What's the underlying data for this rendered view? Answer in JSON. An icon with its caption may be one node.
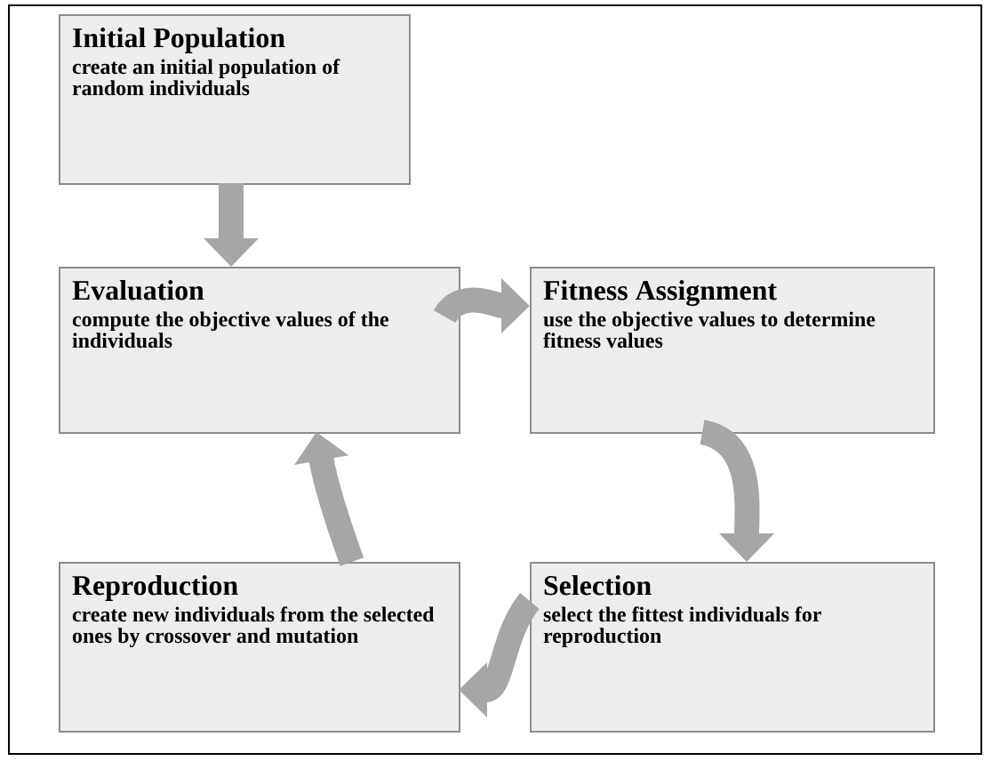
{
  "diagram": {
    "nodes": [
      {
        "text": [
          "Initial Population",
          "create an initial population of random individuals"
        ]
      },
      {
        "text": [
          "Evaluation",
          "compute the objective values of the individuals"
        ]
      },
      {
        "text": [
          "Fitness Assignment",
          "use the objective values to determine fitness values"
        ]
      },
      {
        "text": [
          "Reproduction",
          "create new individuals from the selected ones by crossover and mutation"
        ]
      },
      {
        "text": [
          "Selection",
          "select the fittest individuals for reproduction"
        ]
      }
    ],
    "edges": [
      {
        "from": 0,
        "to": 1,
        "arrow": "to"
      },
      {
        "from": 1,
        "to": 2,
        "arrow": "to"
      },
      {
        "from": 2,
        "to": 4,
        "arrow": "to"
      },
      {
        "from": 4,
        "to": 3,
        "arrow": "to"
      },
      {
        "from": 3,
        "to": 1,
        "arrow": "to"
      }
    ]
  }
}
